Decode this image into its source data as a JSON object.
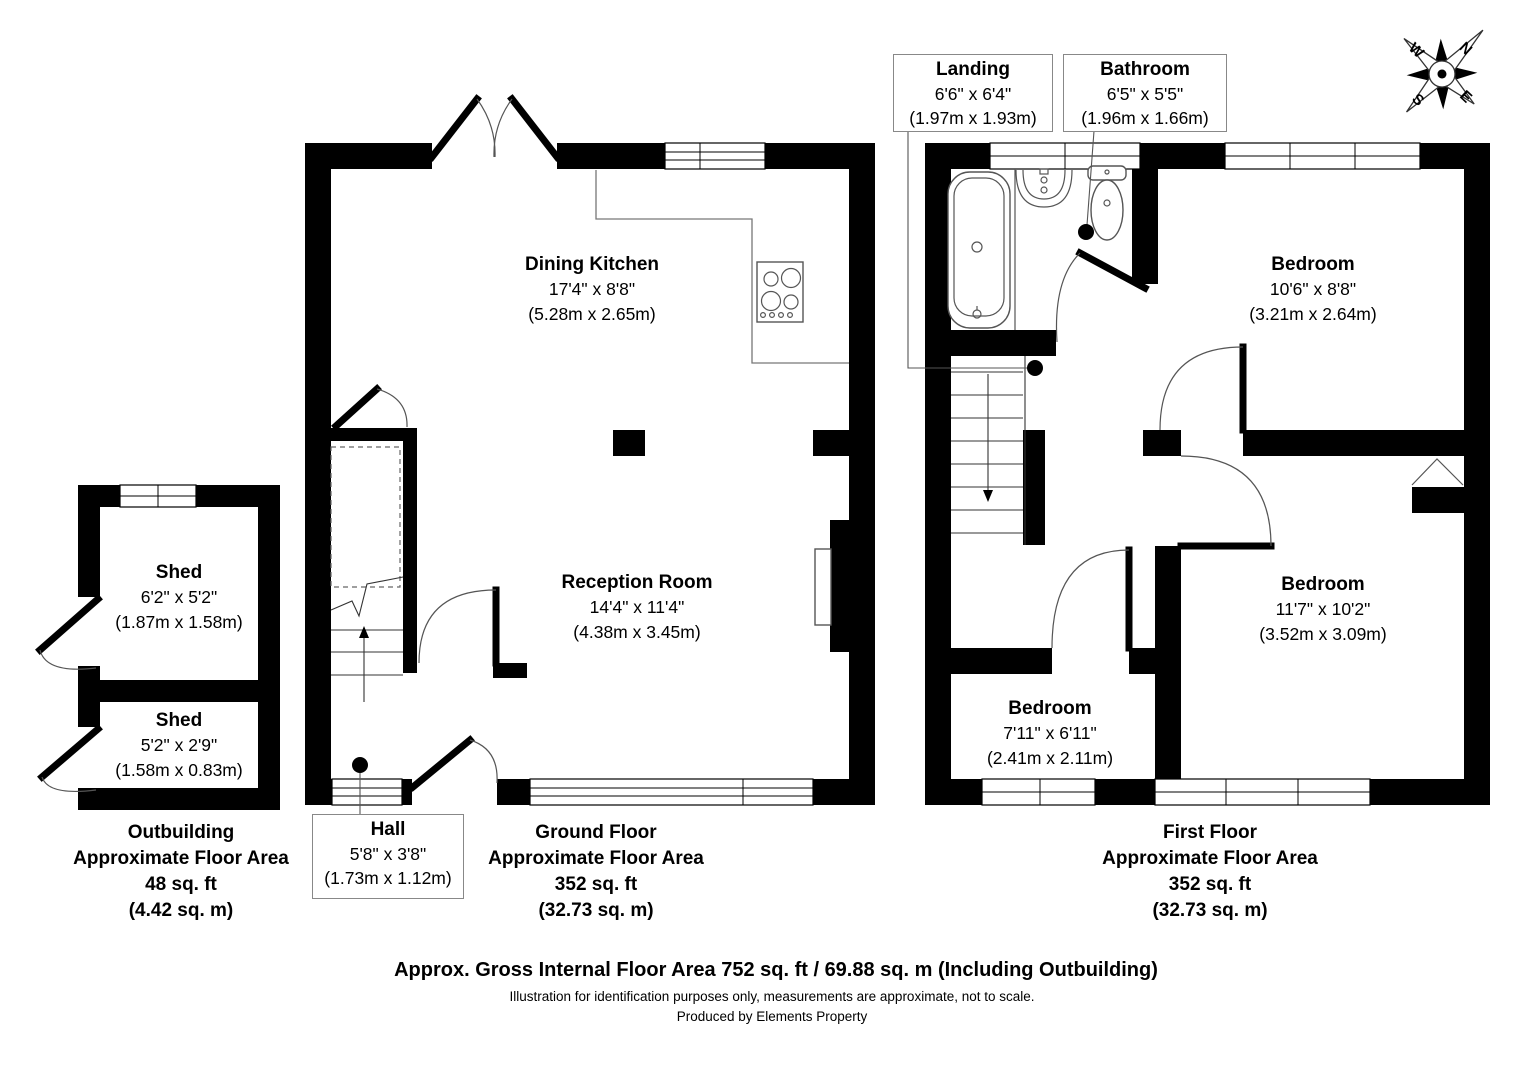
{
  "ground_floor": {
    "title_lines": [
      "Ground Floor",
      "Approximate Floor Area",
      "352 sq. ft",
      "(32.73 sq. m)"
    ],
    "rooms": {
      "dining_kitchen": {
        "name": "Dining Kitchen",
        "dims_ft": "17'4\" x 8'8\"",
        "dims_m": "(5.28m x 2.65m)"
      },
      "reception": {
        "name": "Reception Room",
        "dims_ft": "14'4\" x 11'4\"",
        "dims_m": "(4.38m x 3.45m)"
      },
      "hall": {
        "name": "Hall",
        "dims_ft": "5'8\" x 3'8\"",
        "dims_m": "(1.73m x 1.12m)"
      }
    }
  },
  "first_floor": {
    "title_lines": [
      "First Floor",
      "Approximate Floor Area",
      "352 sq. ft",
      "(32.73 sq. m)"
    ],
    "rooms": {
      "landing": {
        "name": "Landing",
        "dims_ft": "6'6\" x 6'4\"",
        "dims_m": "(1.97m x 1.93m)"
      },
      "bathroom": {
        "name": "Bathroom",
        "dims_ft": "6'5\" x 5'5\"",
        "dims_m": "(1.96m x 1.66m)"
      },
      "bedroom_top": {
        "name": "Bedroom",
        "dims_ft": "10'6\" x 8'8\"",
        "dims_m": "(3.21m x 2.64m)"
      },
      "bedroom_right": {
        "name": "Bedroom",
        "dims_ft": "11'7\" x 10'2\"",
        "dims_m": "(3.52m x 3.09m)"
      },
      "bedroom_small": {
        "name": "Bedroom",
        "dims_ft": "7'11\" x 6'11\"",
        "dims_m": "(2.41m x 2.11m)"
      }
    }
  },
  "outbuilding": {
    "title_lines": [
      "Outbuilding",
      "Approximate Floor Area",
      "48 sq. ft",
      "(4.42 sq. m)"
    ],
    "rooms": {
      "shed1": {
        "name": "Shed",
        "dims_ft": "6'2\" x 5'2\"",
        "dims_m": "(1.87m x 1.58m)"
      },
      "shed2": {
        "name": "Shed",
        "dims_ft": "5'2\" x 2'9\"",
        "dims_m": "(1.58m x 0.83m)"
      }
    }
  },
  "compass": {
    "n": "N",
    "e": "E",
    "s": "S",
    "w": "W"
  },
  "footer": {
    "line1": "Approx. Gross Internal Floor Area 752 sq. ft / 69.88 sq. m (Including Outbuilding)",
    "line2": "Illustration for identification purposes only, measurements are approximate, not to scale.",
    "line3": "Produced by Elements Property"
  },
  "colors": {
    "wall": "#000000",
    "background": "#ffffff"
  }
}
